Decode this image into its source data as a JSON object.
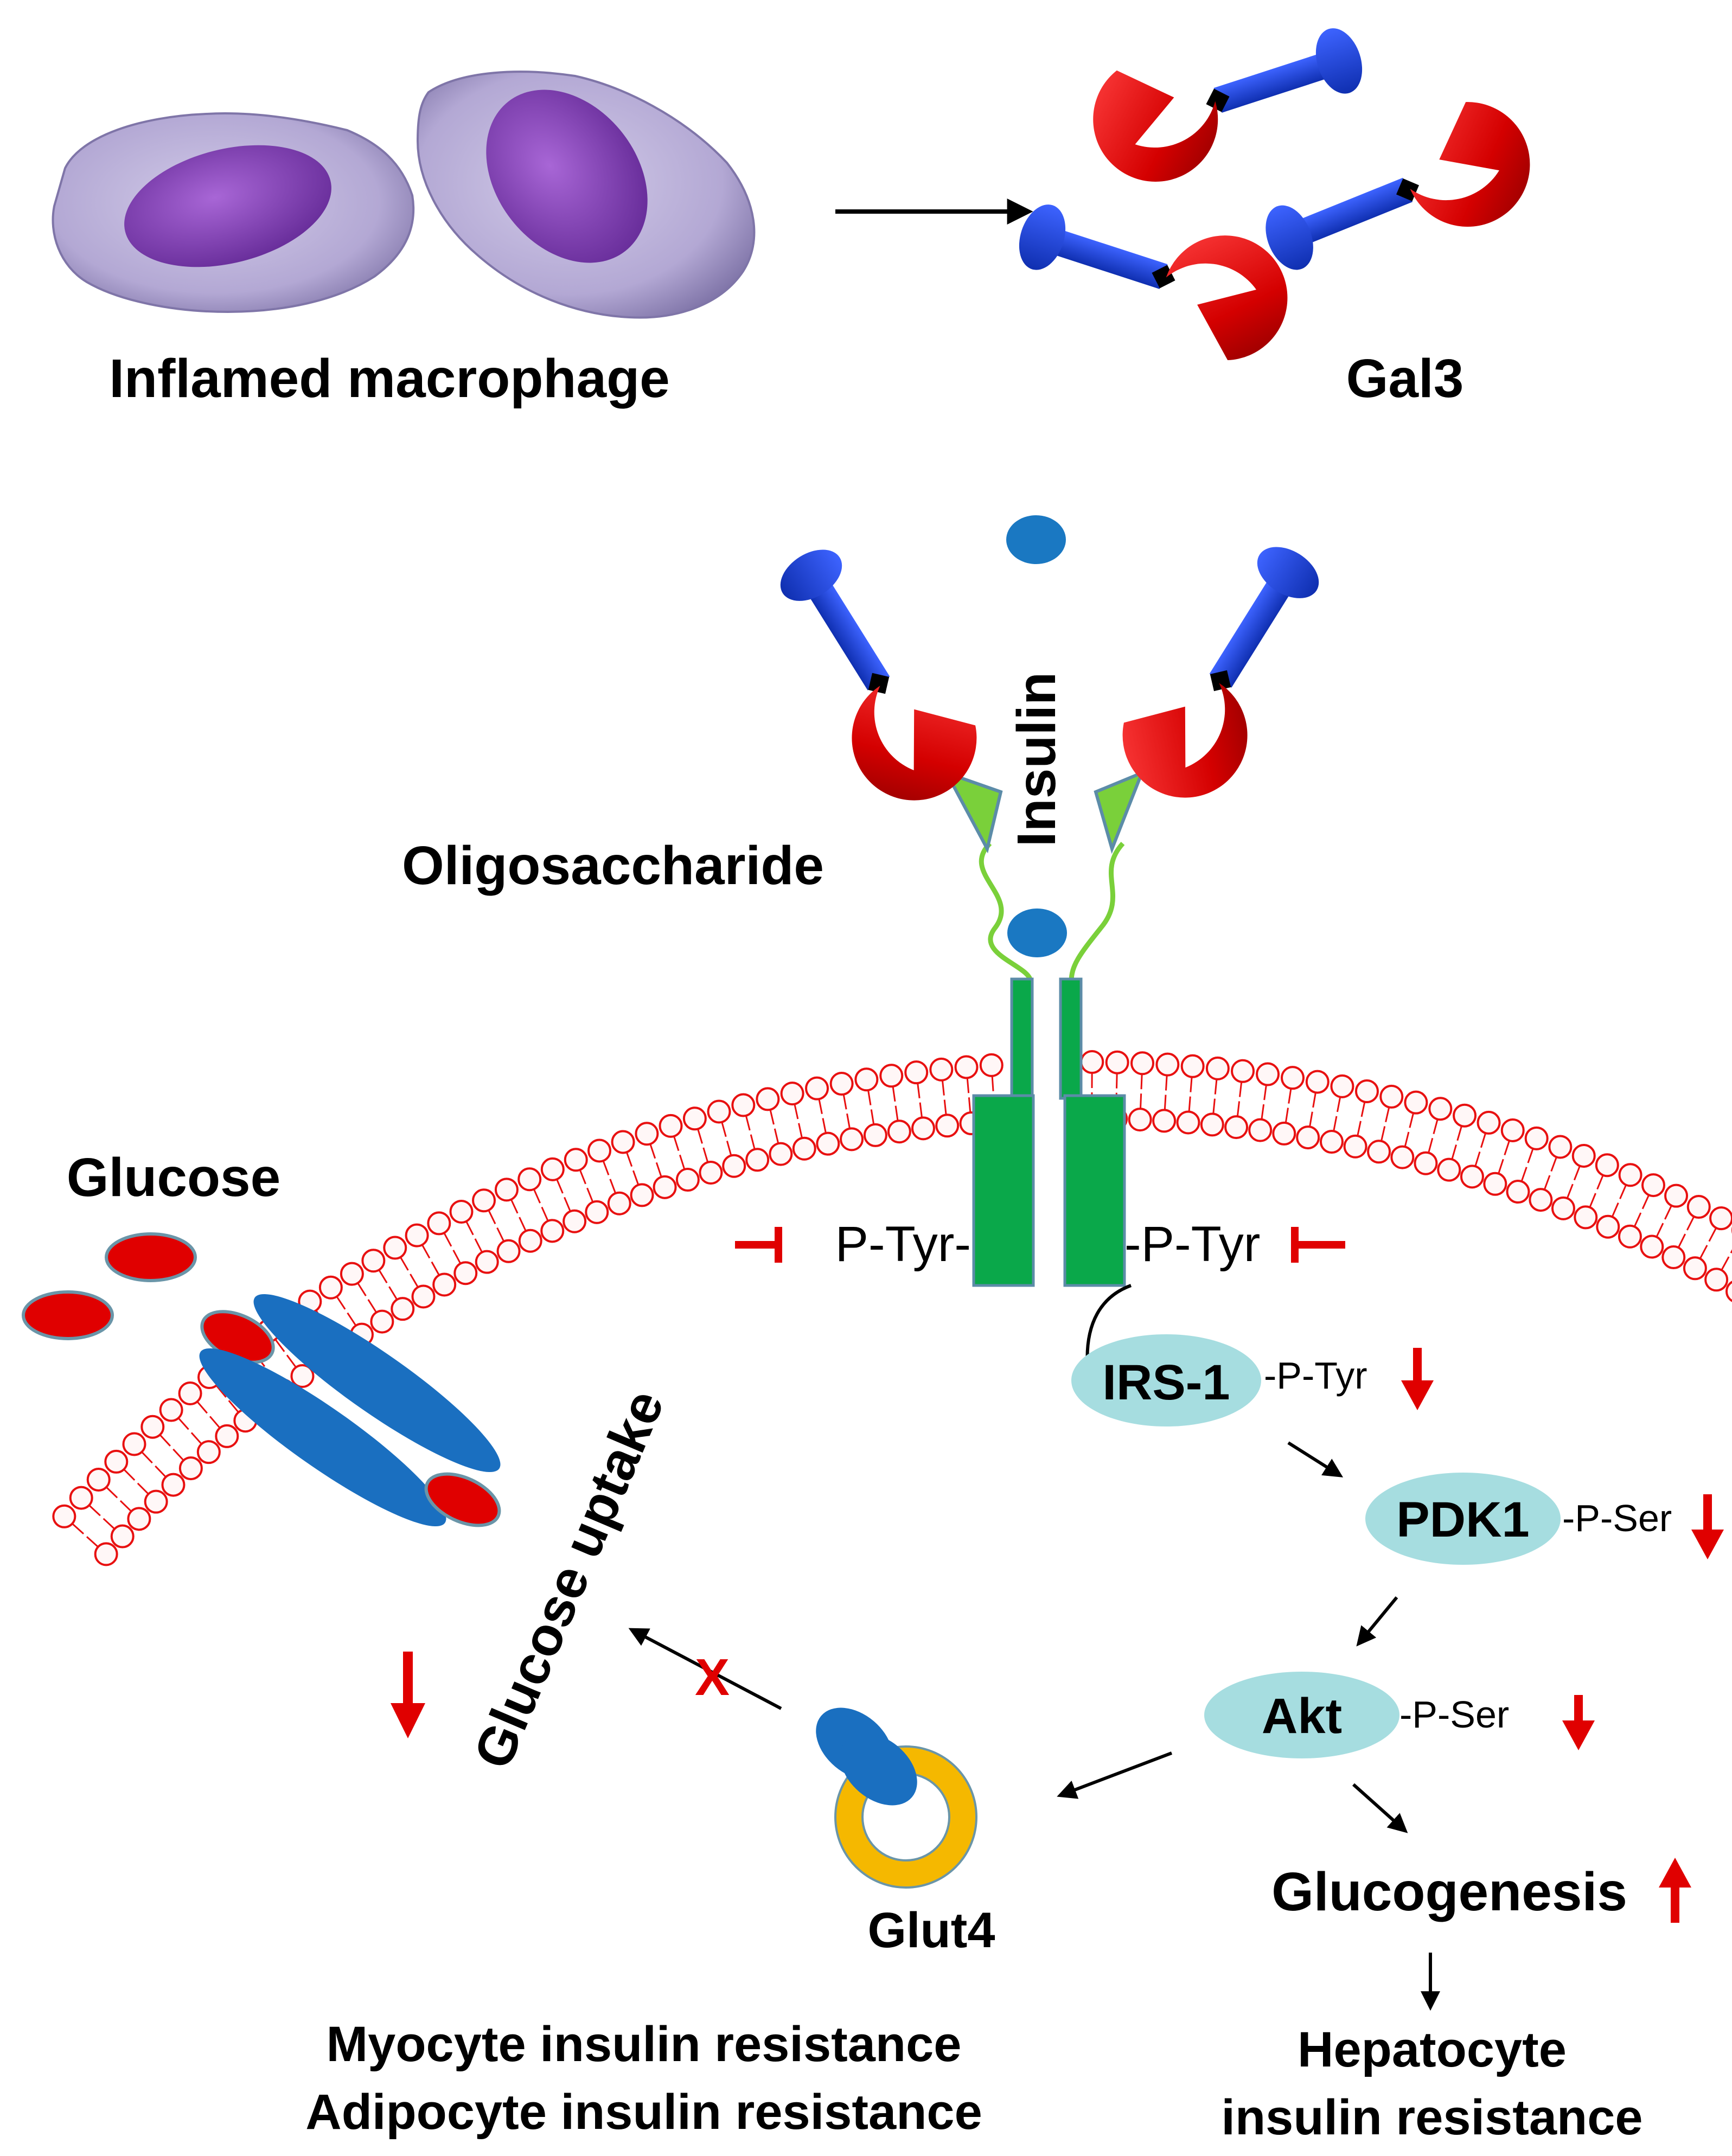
{
  "labels": {
    "macrophage": "Inflamed macrophage",
    "gal3": "Gal3",
    "insulin": "Insulin",
    "oligosaccharide": "Oligosaccharide",
    "glucose": "Glucose",
    "glucose_uptake": "Glucose uptake",
    "ptyr_left": "P-Tyr-",
    "ptyr_right": "-P-Tyr",
    "irs1": "IRS-1",
    "irs1_mod": "-P-Tyr",
    "pdk1": "PDK1",
    "pdk1_mod": "-P-Ser",
    "akt": "Akt",
    "akt_mod": "-P-Ser",
    "glut4": "Glut4",
    "glucogenesis": "Glucogenesis",
    "outcome_left_1": "Myocyte insulin resistance",
    "outcome_left_2": "Adipocyte insulin resistance",
    "outcome_right_1": "Hepatocyte",
    "outcome_right_2": "insulin resistance",
    "blocked_mark": "X"
  },
  "colors": {
    "gal3_red": "#d40000",
    "gal3_blue": "#1e3fd6",
    "membrane_red": "#e81010",
    "receptor_green": "#0aa84a",
    "oligo_green": "#7ad03a",
    "insulin_blue": "#1a78c2",
    "glut_blue": "#1a6fc0",
    "glucose_red": "#e00000",
    "node_cyan": "#a6dde0",
    "glut4_ring": "#f5b800",
    "arrow_black": "#000000",
    "indicator_red": "#e00000",
    "macrophage_body": "#b3a8d4",
    "macrophage_nucleus": "#8a46b8"
  },
  "indicators": {
    "irs1": "down",
    "pdk1": "down",
    "akt": "down",
    "glucose_uptake": "down",
    "glucogenesis": "up"
  }
}
